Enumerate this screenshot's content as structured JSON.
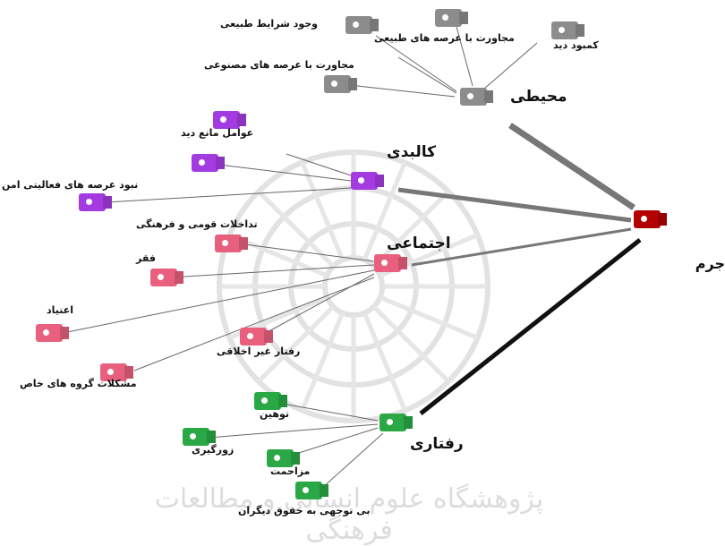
{
  "root": {
    "label": "جرم",
    "color": "#b30000"
  },
  "groups": {
    "environmental": {
      "label": "محیطی",
      "color": "#8c8c8c",
      "items": [
        "وجود شرایط طبیعی",
        "مجاورت با عرصه های طبیعی",
        "کمبود دید",
        "مجاورت با عرصه های مصنوعی"
      ]
    },
    "physical": {
      "label": "کالبدی",
      "color": "#a43be0",
      "items": [
        "عوامل مانع دید",
        "نبود عرصه های فعالیتی امن"
      ]
    },
    "social": {
      "label": "اجتماعی",
      "color": "#e8607e",
      "items": [
        "تداخلات قومی و فرهنگی",
        "فقر",
        "اعتیاد",
        "رفتار غیر اخلاقی",
        "مشکلات گروه های خاص"
      ]
    },
    "behavioral": {
      "label": "رفتاری",
      "color": "#2aa845",
      "items": [
        "توهین",
        "زورگیری",
        "مزاحمت",
        "بی توجهی به حقوق دیگران"
      ]
    }
  },
  "watermark": "پژوهشگاه علوم انسانی و مطالعات فرهنگی"
}
